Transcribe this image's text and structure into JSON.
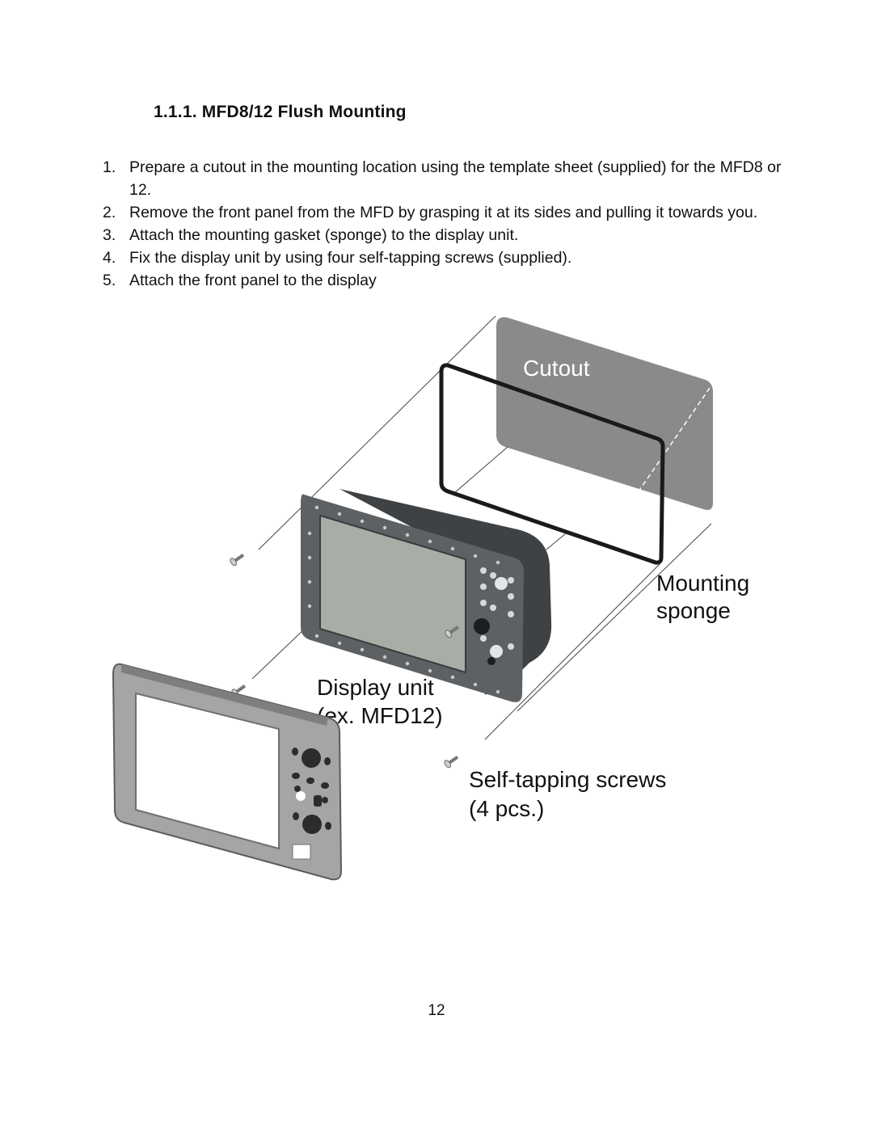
{
  "heading": "1.1.1. MFD8/12 Flush Mounting",
  "steps": [
    {
      "num": "1.",
      "text": "Prepare a cutout in the mounting location using the template sheet (supplied) for the MFD8 or 12."
    },
    {
      "num": "2.",
      "text": "Remove the front panel from the MFD by grasping it at its sides and pulling it towards you."
    },
    {
      "num": "3.",
      "text": "Attach the mounting gasket (sponge) to the display unit."
    },
    {
      "num": "4.",
      "text": "Fix the display unit by using four self-tapping screws (supplied)."
    },
    {
      "num": "5.",
      "text": "Attach the front panel to the display"
    }
  ],
  "figure": {
    "cutout": "Cutout",
    "mounting_line1": "Mounting",
    "mounting_line2": "sponge",
    "display_line1": "Display unit",
    "display_line2": "(ex. MFD12)",
    "screws_line1": "Self-tapping screws",
    "screws_line2": "(4 pcs.)"
  },
  "colors": {
    "cutout_fill": "#8a8a8c",
    "unit_body": "#5e6163",
    "screen": "#a7aea6",
    "bezel": "#a3a5a6"
  },
  "page_number": "12"
}
